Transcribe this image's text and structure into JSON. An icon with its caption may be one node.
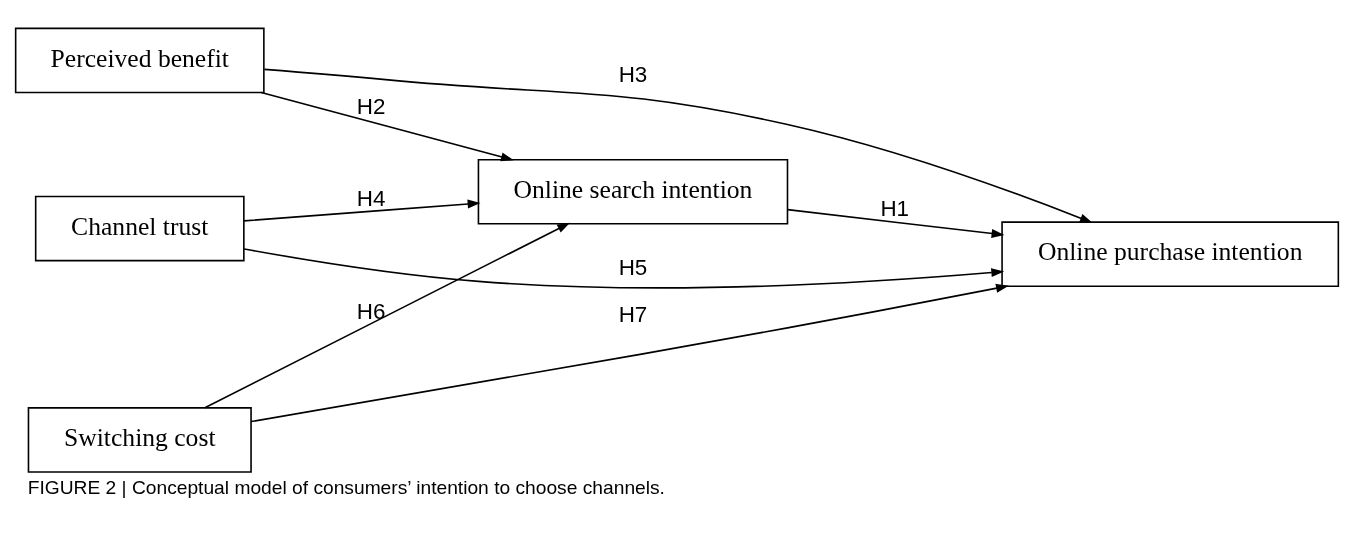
{
  "diagram": {
    "caption": "FIGURE 2 | Conceptual model of consumers’ intention to choose channels.",
    "nodes": [
      {
        "text": [
          "Perceived benefit"
        ]
      },
      {
        "text": [
          "Online search intention"
        ]
      },
      {
        "text": [
          "Online purchase intention"
        ]
      },
      {
        "text": [
          "Channel trust"
        ]
      },
      {
        "text": [
          "Switching cost"
        ]
      }
    ],
    "edges": [
      {
        "from": 0,
        "to": 2,
        "arrow": "to",
        "label": "H3"
      },
      {
        "from": 0,
        "to": 1,
        "arrow": "to",
        "label": "H2"
      },
      {
        "from": 1,
        "to": 2,
        "arrow": "to",
        "label": "H1"
      },
      {
        "from": 3,
        "to": 1,
        "arrow": "to",
        "label": "H4"
      },
      {
        "from": 3,
        "to": 2,
        "arrow": "to",
        "label": "H5"
      },
      {
        "from": 4,
        "to": 1,
        "arrow": "to",
        "label": "H6"
      },
      {
        "from": 4,
        "to": 2,
        "arrow": "to",
        "label": "H7"
      }
    ]
  }
}
